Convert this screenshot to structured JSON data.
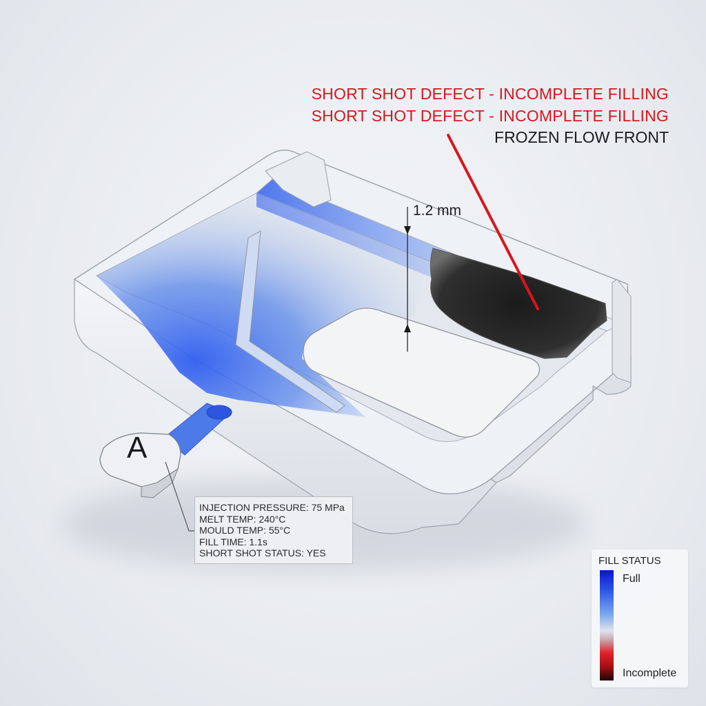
{
  "annotations": {
    "defect_line_1": "SHORT SHOT DEFECT - INCOMPLETE FILLING",
    "defect_line_2": "SHORT SHOT DEFECT - INCOMPLETE FILLING",
    "flow_front": "FROZEN FLOW FRONT",
    "wall_thickness": "1.2 mm",
    "gate": "A"
  },
  "parameters": [
    "INJECTION PRESSURE: 75 MPa",
    "MELT TEMP: 240°C",
    "MOULD TEMP: 55°C",
    "FILL TIME: 1.1s",
    "SHORT SHOT STATUS: YES"
  ],
  "legend": {
    "title": "FILL STATUS",
    "top_label": "Full",
    "bottom_label": "Incomplete"
  },
  "colors": {
    "defect_red": "#d8161c",
    "filled_blue": "#2a56e6",
    "unfilled_black": "#1a1a1a",
    "part_grey": "#e9ecf1"
  }
}
